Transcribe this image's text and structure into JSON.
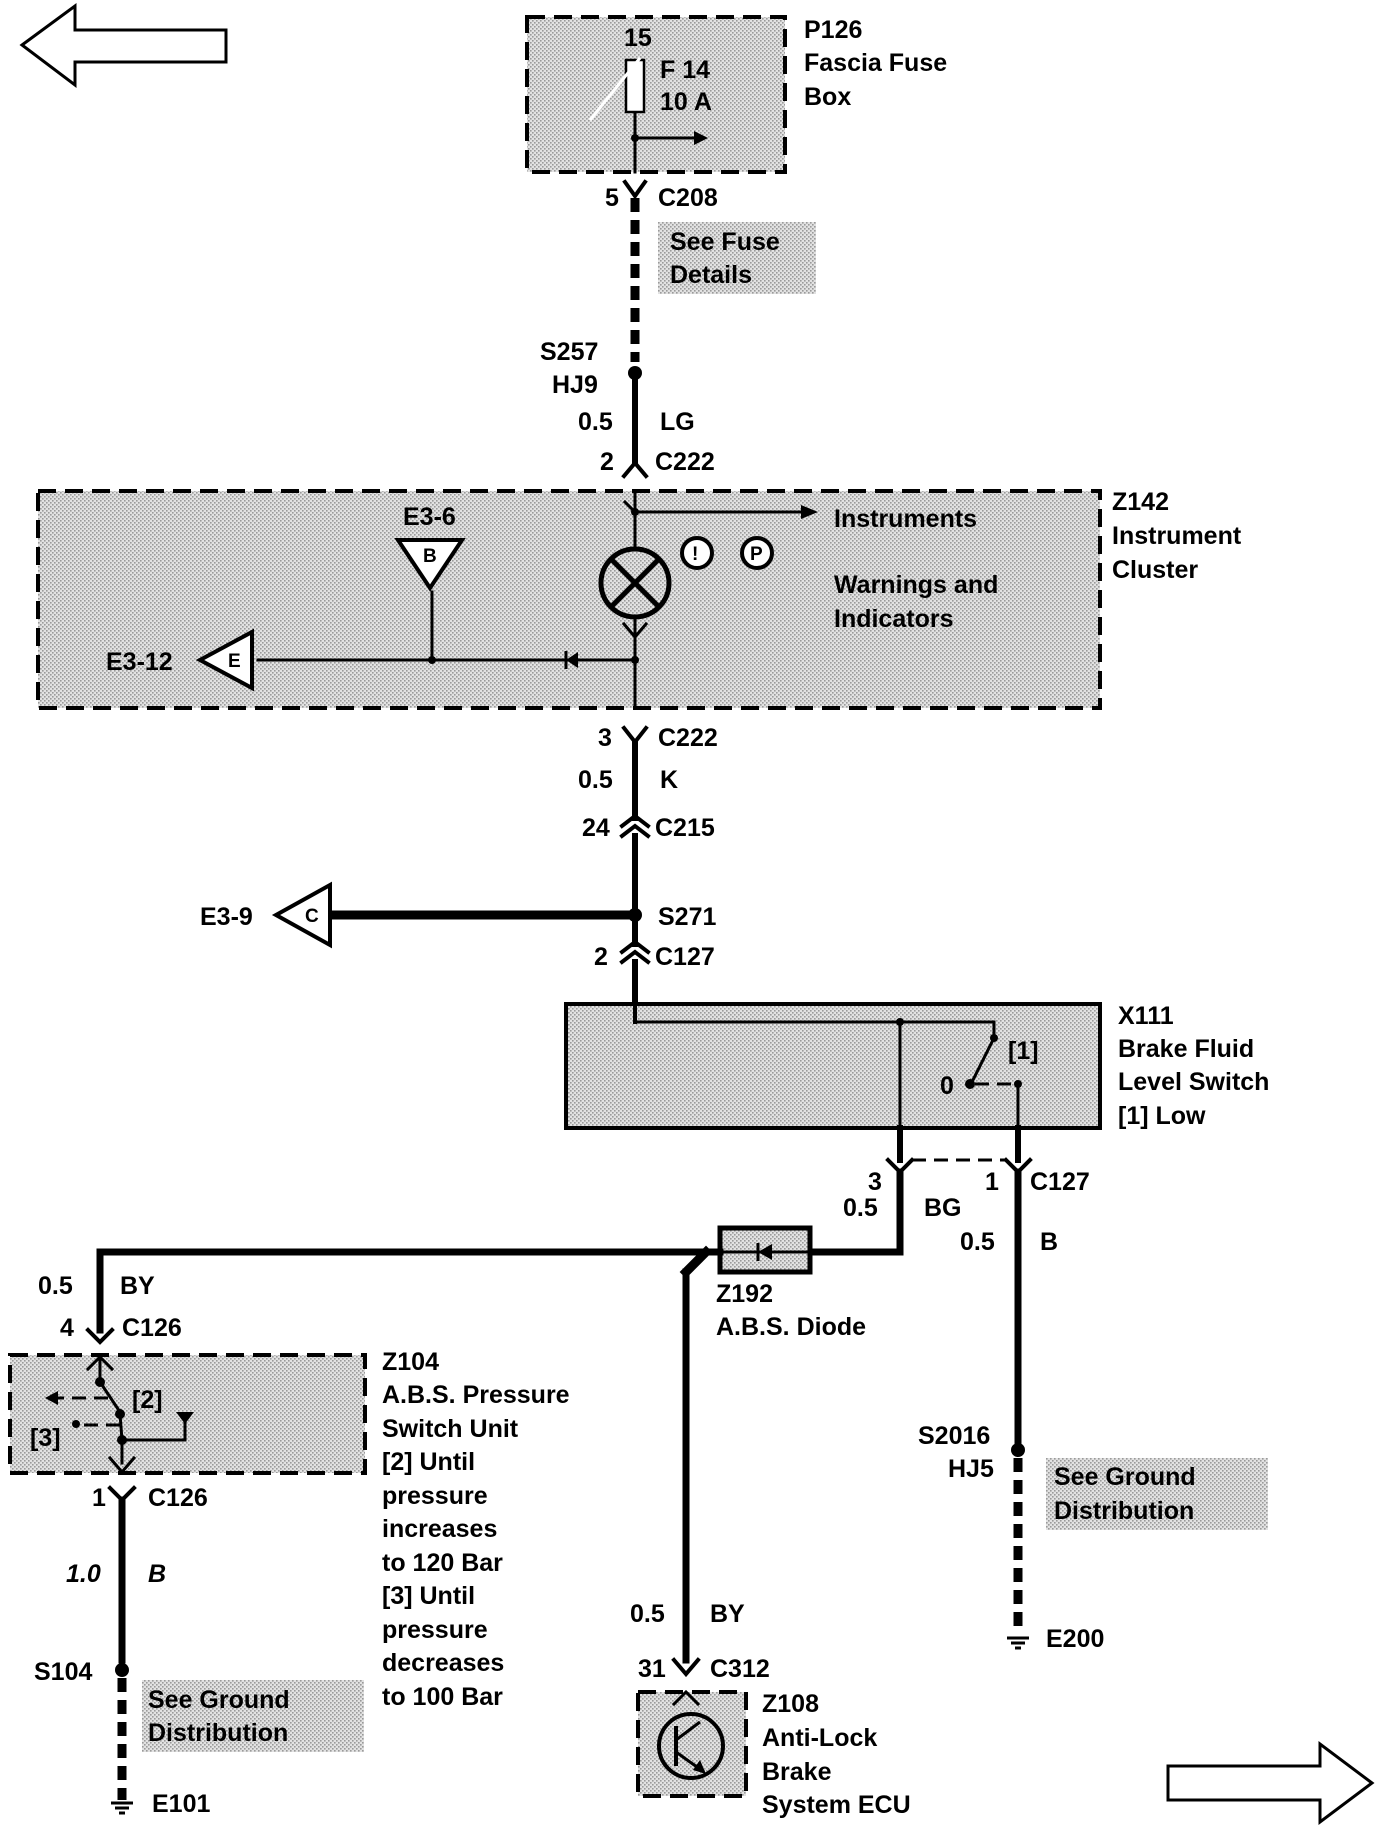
{
  "nav": {
    "back_label": "",
    "forward_label": ""
  },
  "fuse_box": {
    "code": "P126",
    "name_line1": "Fascia Fuse",
    "name_line2": "Box",
    "pin": "15",
    "fuse": "F 14",
    "rating": "10 A"
  },
  "c208": {
    "pin": "5",
    "code": "C208"
  },
  "fuse_note": {
    "line1": "See Fuse",
    "line2": "Details"
  },
  "s257": {
    "code": "S257",
    "sub": "HJ9"
  },
  "wire_lg": {
    "size": "0.5",
    "color": "LG"
  },
  "c222_in": {
    "pin": "2",
    "code": "C222"
  },
  "cluster": {
    "code": "Z142",
    "name_line1": "Instrument",
    "name_line2": "Cluster",
    "instruments": "Instruments",
    "warnings_line1": "Warnings and",
    "warnings_line2": "Indicators",
    "ref_b": "E3-6",
    "ref_b_letter": "B",
    "ref_e": "E3-12",
    "ref_e_letter": "E",
    "sym_1": "!",
    "sym_2": "P"
  },
  "c222_out": {
    "pin": "3",
    "code": "C222"
  },
  "wire_k": {
    "size": "0.5",
    "color": "K"
  },
  "c215": {
    "pin": "24",
    "code": "C215"
  },
  "s271": {
    "code": "S271",
    "ref": "E3-9",
    "ref_letter": "C"
  },
  "c127_top": {
    "pin": "2",
    "code": "C127"
  },
  "switch": {
    "code": "X111",
    "name_line1": "Brake Fluid",
    "name_line2": "Level Switch",
    "state_line": "[1]  Low",
    "pos_1": "[1]",
    "pos_0": "0"
  },
  "c127_bottom": {
    "pin_left": "3",
    "pin_right": "1",
    "code": "C127"
  },
  "wire_bg": {
    "size": "0.5",
    "color": "BG"
  },
  "wire_b_right": {
    "size": "0.5",
    "color": "B"
  },
  "diode": {
    "code": "Z192",
    "name": "A.B.S. Diode"
  },
  "wire_by_left": {
    "size": "0.5",
    "color": "BY"
  },
  "c126_top": {
    "pin": "4",
    "code": "C126"
  },
  "pressure_switch": {
    "code": "Z104",
    "name_line1": "A.B.S. Pressure",
    "name_line2": "Switch Unit",
    "notes": [
      "[2]  Until",
      "pressure",
      "increases",
      "to 120 Bar",
      "[3]  Until",
      "pressure",
      "decreases",
      "to 100 Bar"
    ],
    "pos_2": "[2]",
    "pos_3": "[3]"
  },
  "c126_bottom": {
    "pin": "1",
    "code": "C126"
  },
  "wire_b_left": {
    "size": "1.0",
    "color": "B"
  },
  "s104": {
    "code": "S104"
  },
  "ground_note_left": {
    "line1": "See Ground",
    "line2": "Distribution"
  },
  "e101": {
    "code": "E101"
  },
  "s2016": {
    "code": "S2016",
    "sub": "HJ5"
  },
  "ground_note_right": {
    "line1": "See Ground",
    "line2": "Distribution"
  },
  "e200": {
    "code": "E200"
  },
  "wire_by_ecu": {
    "size": "0.5",
    "color": "BY"
  },
  "c312": {
    "pin": "31",
    "code": "C312"
  },
  "ecu": {
    "code": "Z108",
    "name_line1": "Anti-Lock",
    "name_line2": "Brake",
    "name_line3": "System ECU"
  }
}
